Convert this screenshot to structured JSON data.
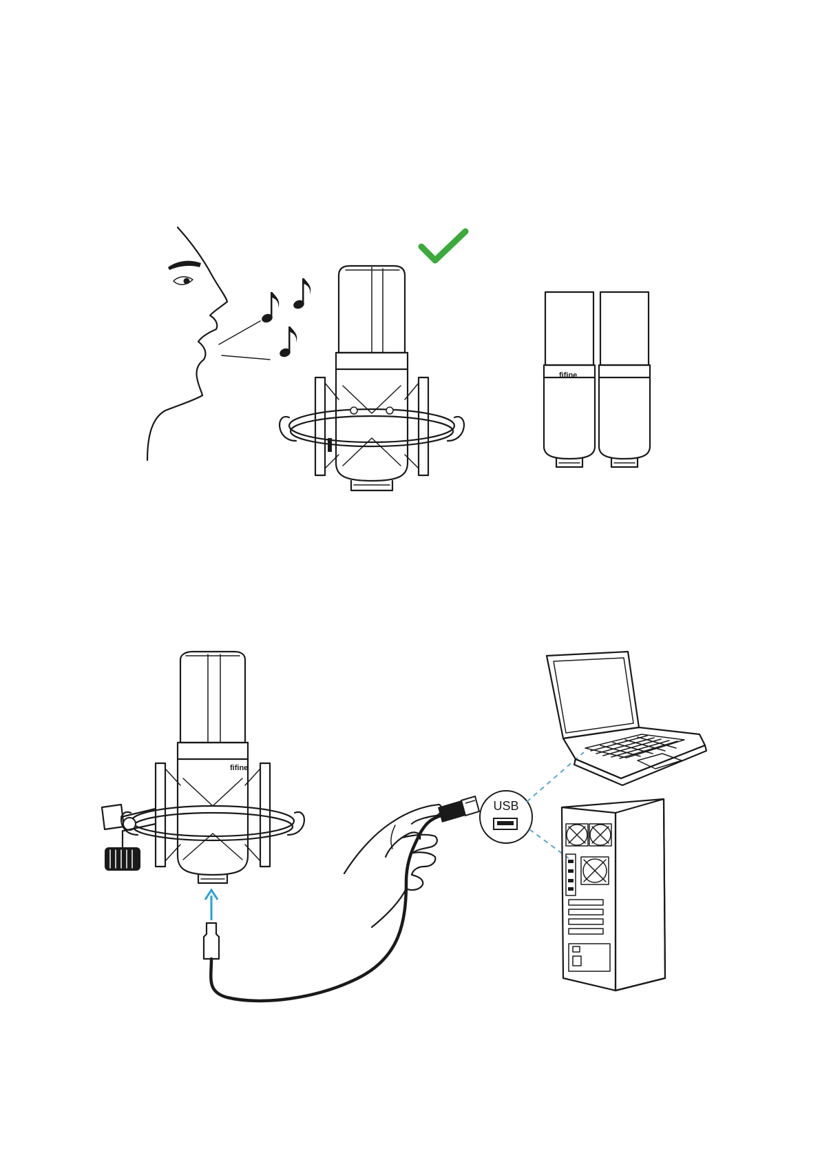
{
  "figure_top": {
    "check_color": "#3aaa3a",
    "brand_label": "fifine"
  },
  "figure_bottom": {
    "brand_label": "fifine",
    "usb_label": "USB",
    "arrow_color": "#2a9fd8",
    "dash_color": "#5aa8c8"
  }
}
